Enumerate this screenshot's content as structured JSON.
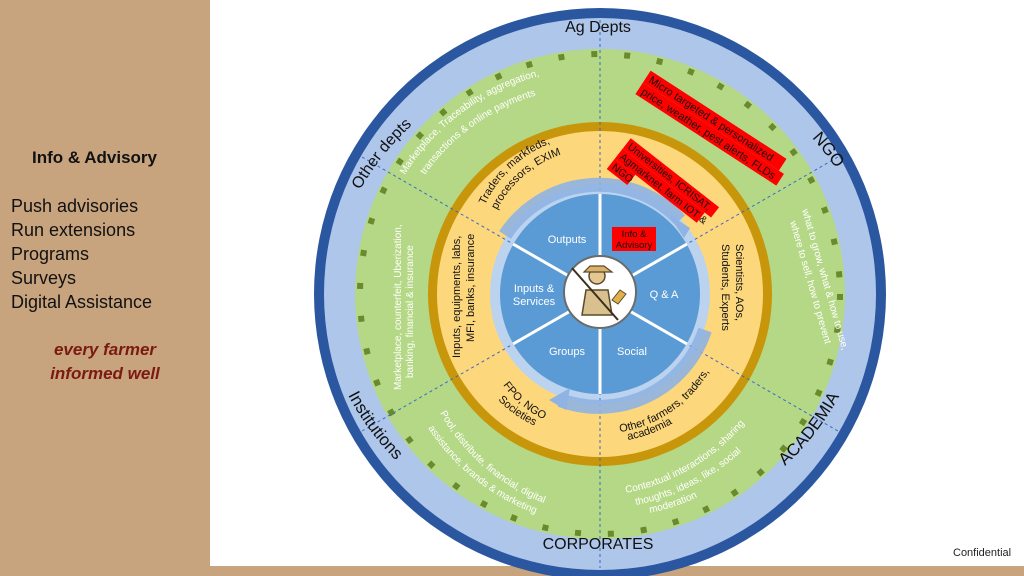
{
  "sidebar": {
    "title": "Info & Advisory",
    "items": [
      "Push advisories",
      "Run extensions",
      "Programs",
      "Surveys",
      "Digital Assistance"
    ],
    "tagline": [
      "every farmer",
      "informed well"
    ]
  },
  "outer_ring": {
    "top": "Ag Depts",
    "bottom": "CORPORATES",
    "upper_left": "Other depts",
    "upper_right": "NGO",
    "lower_left": "Institutions",
    "lower_right": "ACADEMIA"
  },
  "green_ring": {
    "upper_left": [
      "Marketplace, Traceability, aggregation,",
      "transactions & online payments"
    ],
    "upper_right": [
      "Micro targeted & personalized",
      "price, weather, pest alerts, FLDs"
    ],
    "left": [
      "Marketplace, counterfeit, Uberization,",
      "banking, financial & insurance"
    ],
    "right": [
      "what to grow, what & how to use,",
      "where to sell, how to prevent"
    ],
    "lower_left": [
      "Pool, distribute, financial, digital",
      "assistance, brands & marketing"
    ],
    "lower_right": [
      "Contextual interactions, sharing",
      "thoughts, ideas, like, social",
      "moderation"
    ]
  },
  "yellow_ring": {
    "upper_left": [
      "Traders, markfeds,",
      "processors, EXIM"
    ],
    "upper_right": [
      "Universities, ICRISAT,",
      "Agmarknet, farm IOT &",
      "NGO"
    ],
    "left": [
      "Inputs, equipments, labs,",
      "MFI, banks, insurance"
    ],
    "right": [
      "Scientists, AOs,",
      "Students, Experts"
    ],
    "lower_left": [
      "FPO, NGO,",
      "Societies"
    ],
    "lower_right": [
      "Other farmers, traders,",
      "academia"
    ]
  },
  "hub": {
    "top_left": "Outputs",
    "top_right": [
      "Info &",
      "Advisory"
    ],
    "left": [
      "Inputs &",
      "Services"
    ],
    "right": "Q & A",
    "bottom_left": "Groups",
    "bottom_right": "Social",
    "center_icon": "farmer-icon"
  },
  "footer": {
    "confidential": "Confidential"
  },
  "colors": {
    "sidebar": "#c8a47e",
    "outer_band": "#2b57a0",
    "light_blue": "#aec6ea",
    "green": "#b5d886",
    "yellow": "#fdd77c",
    "gold_ring": "#c8960a",
    "hub_blue": "#5b9bd5",
    "highlight_red": "#ff0000"
  }
}
